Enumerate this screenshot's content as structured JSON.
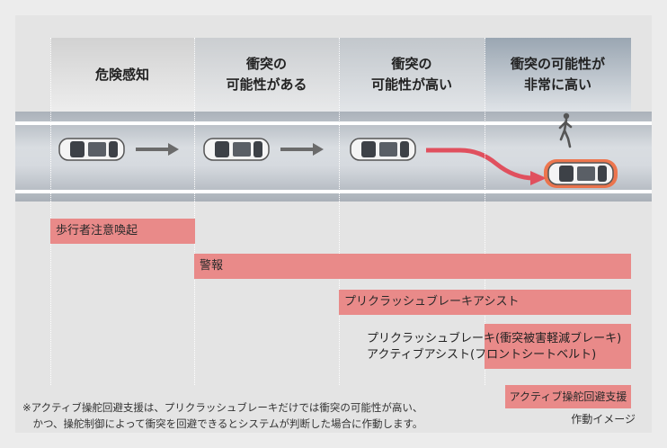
{
  "stages": [
    {
      "label": "危険感知"
    },
    {
      "label": "衝突の\n可能性がある"
    },
    {
      "label": "衝突の\n可能性が高い"
    },
    {
      "label": "衝突の可能性が\n非常に高い"
    }
  ],
  "bars": {
    "pedestrian_alert": "歩行者注意喚起",
    "warning": "警報",
    "precrash_assist": "プリクラッシュブレーキアシスト",
    "active_steering": "アクティブ操舵回避支援"
  },
  "overlay_text": {
    "line1": "プリクラッシュブレーキ(衝突被害軽減ブレーキ)",
    "line2": "アクティブアシスト(フロントシートベルト)"
  },
  "note": {
    "line1": "※アクティブ操舵回避支援は、プリクラッシュブレーキだけでは衝突の可能性が高い、",
    "line2": "　かつ、操舵制御によって衝突を回避できるとシステムが判断した場合に作動します。"
  },
  "caption": "作動イメージ",
  "colors": {
    "bar": "#e98a89",
    "path_arrow": "#e0505e",
    "road": "#d6dadf"
  },
  "icons": [
    "car-icon",
    "pedestrian-icon",
    "arrow-right-icon",
    "swerve-arrow-icon"
  ]
}
